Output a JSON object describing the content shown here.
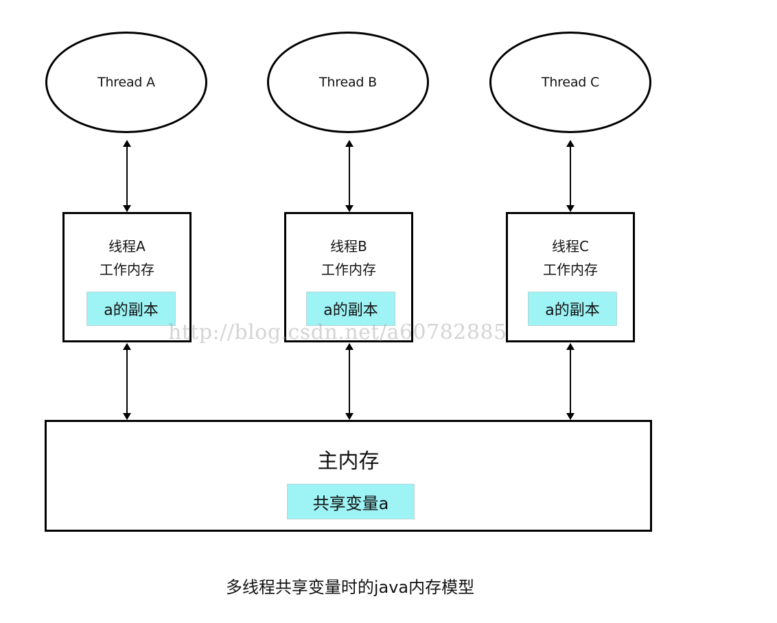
{
  "threads": [
    {
      "label": "Thread A"
    },
    {
      "label": "Thread B"
    },
    {
      "label": "Thread C"
    }
  ],
  "work_memories": [
    {
      "line1": "线程A",
      "line2": "工作内存",
      "copy": "a的副本"
    },
    {
      "line1": "线程B",
      "line2": "工作内存",
      "copy": "a的副本"
    },
    {
      "line1": "线程C",
      "line2": "工作内存",
      "copy": "a的副本"
    }
  ],
  "main_memory": {
    "title": "主内存",
    "shared_variable": "共享变量a"
  },
  "watermark": "http://blog.csdn.net/a60782885",
  "caption": "多线程共享变量时的java内存模型",
  "colors": {
    "chip_fill": "#9ef3f5",
    "stroke": "#000000"
  }
}
